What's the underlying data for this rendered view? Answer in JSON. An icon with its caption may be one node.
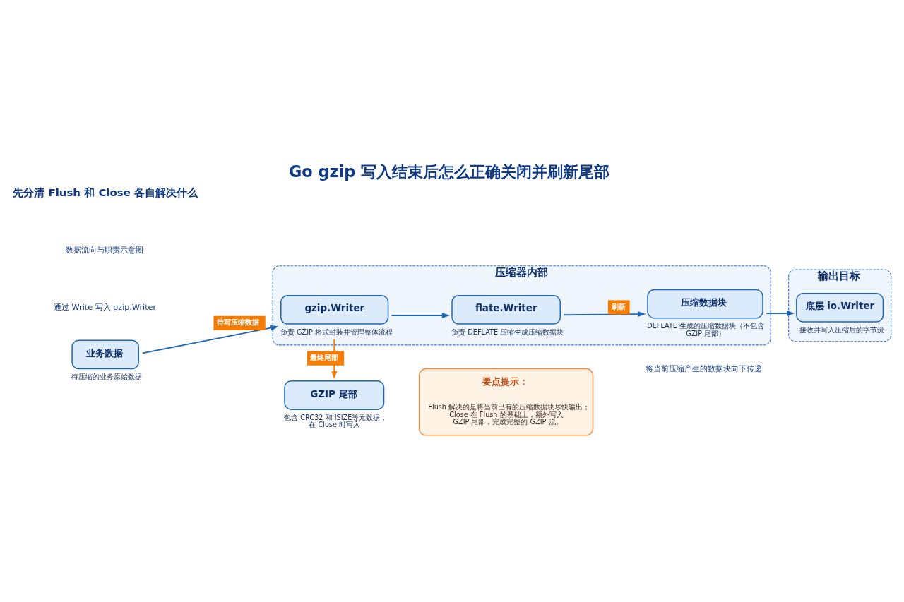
{
  "diagram": {
    "title": "Go gzip 写入结束后怎么正确关闭并刷新尾部",
    "nodes": [
      {
        "text": [
          "压缩器内部"
        ]
      },
      {
        "text": [
          "输出目标"
        ]
      },
      {
        "text": [
          "业务数据"
        ],
        "beside": [
          "待压缩的业务原始数据"
        ]
      },
      {
        "text": [
          "gzip.Writer"
        ],
        "in": 0,
        "beside": [
          "负责 GZIP 格式封装并管理整体流程"
        ]
      },
      {
        "text": [
          "flate.Writer"
        ],
        "in": 0,
        "beside": [
          "负责 DEFLATE 压缩生成压缩数据块"
        ]
      },
      {
        "text": [
          "压缩数据块"
        ],
        "in": 0,
        "beside": [
          "DEFLATE 生成的压缩数据块（不包含 GZIP 尾部）"
        ]
      },
      {
        "text": [
          "底层 io.Writer"
        ],
        "in": 1,
        "beside": [
          "接收并写入压缩后的字节流"
        ]
      },
      {
        "text": [
          "GZIP 尾部"
        ],
        "beside": [
          "包含 CRC32 和 ISIZE等元数据，在 Close 时写入"
        ]
      },
      {
        "text": [
          "要点提示：",
          "Flush 解决的是将当前已有的压缩数据块尽快输出；Close 在 Flush 的基础上，额外写入 GZIP 尾部，完成完整的 GZIP 流。"
        ]
      }
    ],
    "edges": [
      {
        "from": 2,
        "to": 3,
        "arrow": "to",
        "label": "待写压缩数据"
      },
      {
        "from": 3,
        "to": 4,
        "arrow": "to"
      },
      {
        "from": 4,
        "to": 5,
        "arrow": "to",
        "label": "刷新"
      },
      {
        "from": 5,
        "to": 6,
        "arrow": "to"
      },
      {
        "from": 3,
        "to": 7,
        "arrow": "to",
        "label": "最终尾部",
        "color": "#f57c00"
      }
    ],
    "labels": [
      "先分清 Flush 和 Close 各自解决什么",
      "数据流向与职责示意图",
      "通过 Write 写入 gzip.Writer",
      "将当前压缩产生的数据块向下传递"
    ]
  }
}
